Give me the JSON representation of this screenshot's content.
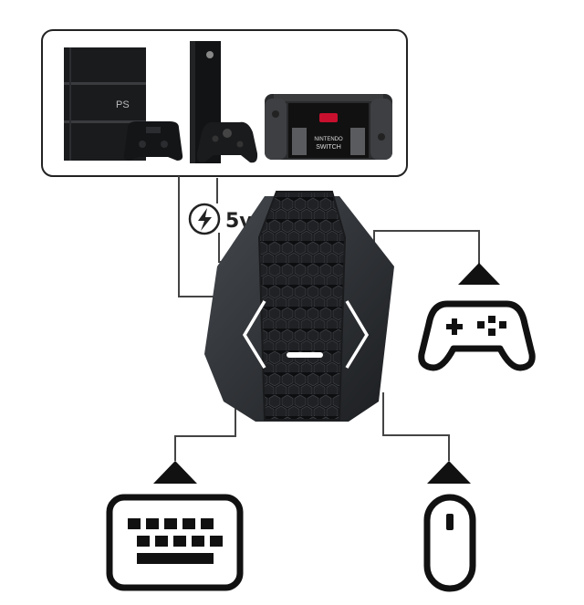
{
  "power": {
    "label": "5v"
  },
  "consoles": [
    {
      "name": "playstation-4-pro"
    },
    {
      "name": "xbox-one-x"
    },
    {
      "name": "nintendo-switch",
      "brand_line1": "NINTENDO",
      "brand_line2": "SWITCH"
    }
  ],
  "icons": [
    "lightning-icon",
    "gamepad-icon",
    "keyboard-icon",
    "mouse-icon",
    "arrow-up-icon"
  ],
  "colors": {
    "line": "#444444",
    "outline": "#111111",
    "device": "#2b2e31",
    "accent": "#ffffff",
    "switch_red": "#c8102e"
  }
}
